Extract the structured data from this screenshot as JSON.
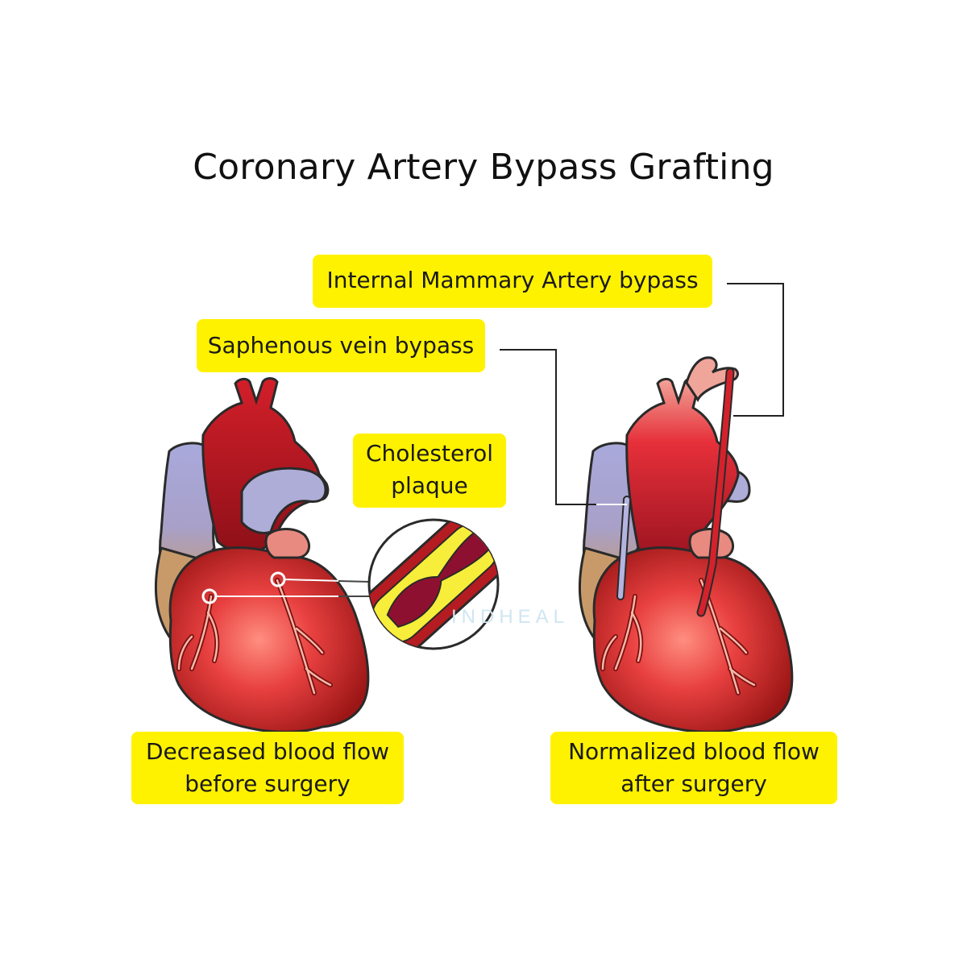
{
  "title": "Coronary Artery Bypass Grafting",
  "labels": {
    "ima": "Internal Mammary Artery bypass",
    "svb": "Saphenous vein bypass",
    "plaque": [
      "Cholesterol",
      "plaque"
    ],
    "before": [
      "Decreased blood flow",
      "before surgery"
    ],
    "after": [
      "Normalized blood flow",
      "after surgery"
    ]
  },
  "watermark": "INDHEAL",
  "colors": {
    "label_bg": "#fff200",
    "heart_red": "#e53a3a",
    "heart_dark": "#a01818",
    "vein_blue": "#a8a8d8",
    "fat_tan": "#c89a6a",
    "graft_pink": "#f0a0a0",
    "plaque_yellow": "#f6ee3a",
    "callout_line": "#222222"
  }
}
